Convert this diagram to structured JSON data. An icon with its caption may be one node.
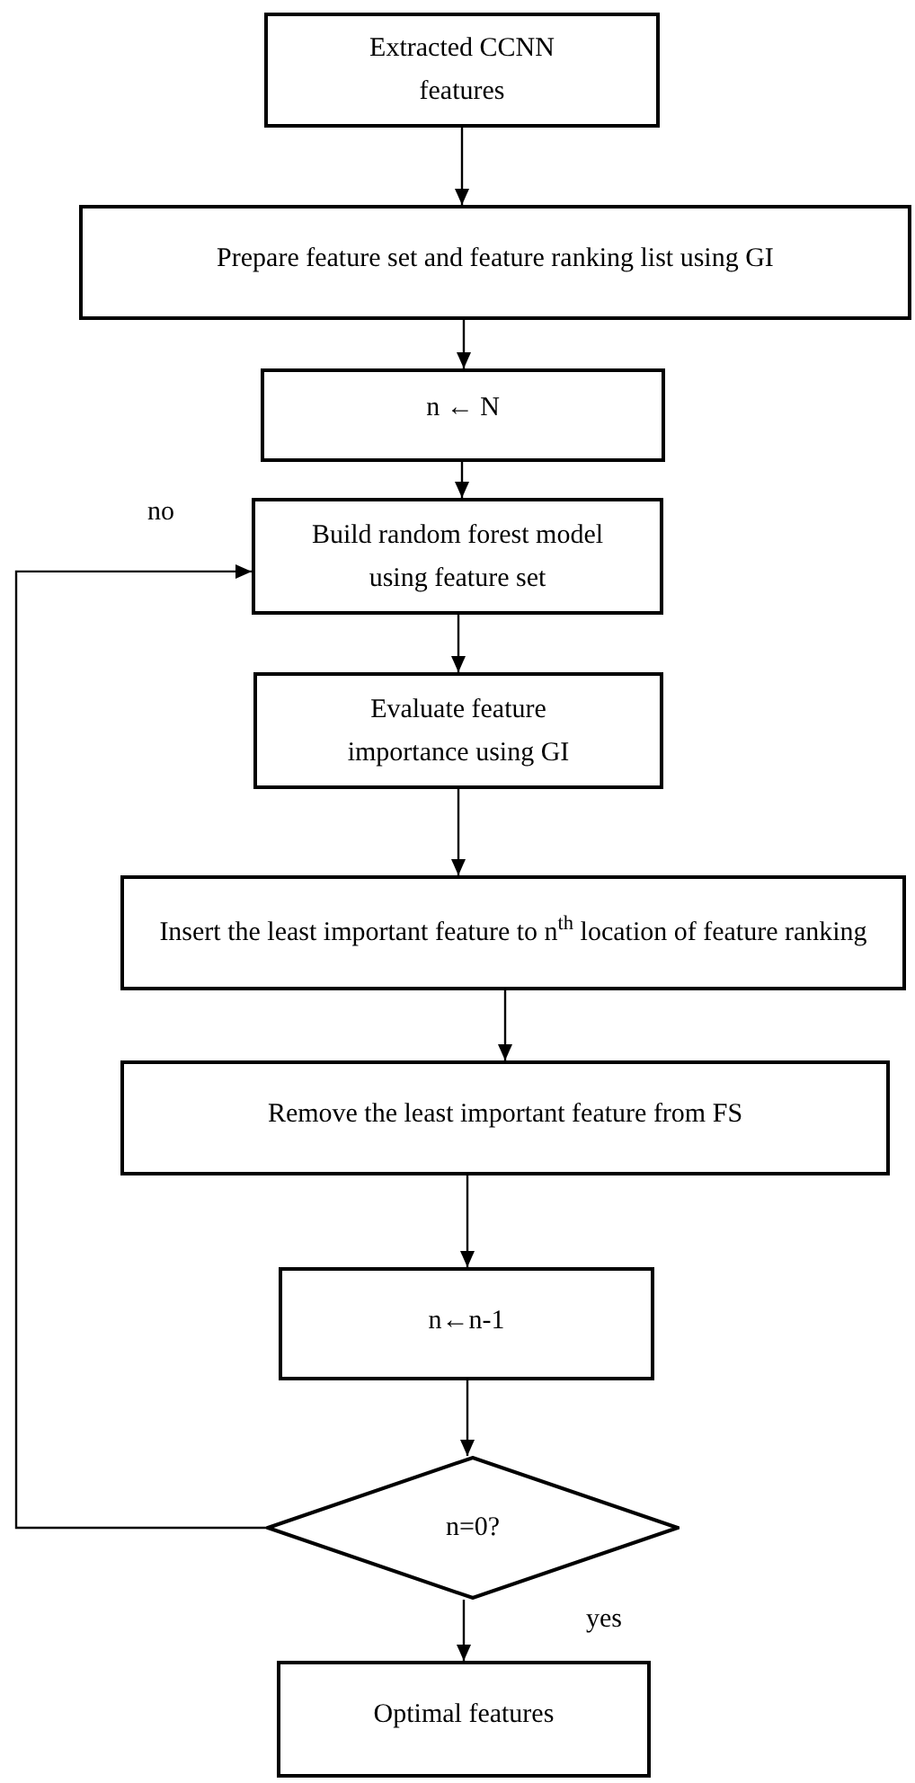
{
  "diagram": {
    "nodes": [
      {
        "text": [
          "Extracted CCNN features"
        ]
      },
      {
        "text": [
          "Prepare feature set and feature ranking list using GI"
        ]
      },
      {
        "text": [
          "n ← N"
        ]
      },
      {
        "text": [
          "Build random forest model using feature set"
        ]
      },
      {
        "text": [
          "Evaluate feature importance using GI"
        ]
      },
      {
        "text": [
          "Insert the least important feature to n$^{th}$ location of feature ranking"
        ]
      },
      {
        "text": [
          "Remove the least important feature from FS"
        ]
      },
      {
        "text": [
          "n←n-1"
        ]
      },
      {
        "text": [
          "n=0?"
        ]
      },
      {
        "text": [
          "Optimal features"
        ]
      }
    ],
    "edges": [
      {
        "from": 0,
        "to": 1,
        "arrow": "to"
      },
      {
        "from": 1,
        "to": 2,
        "arrow": "to"
      },
      {
        "from": 2,
        "to": 3,
        "arrow": "to"
      },
      {
        "from": 3,
        "to": 4,
        "arrow": "to"
      },
      {
        "from": 4,
        "to": 5,
        "arrow": "to"
      },
      {
        "from": 5,
        "to": 6,
        "arrow": "to"
      },
      {
        "from": 6,
        "to": 7,
        "arrow": "to"
      },
      {
        "from": 7,
        "to": 8,
        "arrow": "to"
      },
      {
        "from": 8,
        "to": 3,
        "arrow": "to",
        "label": "no"
      },
      {
        "from": 8,
        "to": 9,
        "arrow": "to",
        "label": "yes"
      }
    ]
  }
}
